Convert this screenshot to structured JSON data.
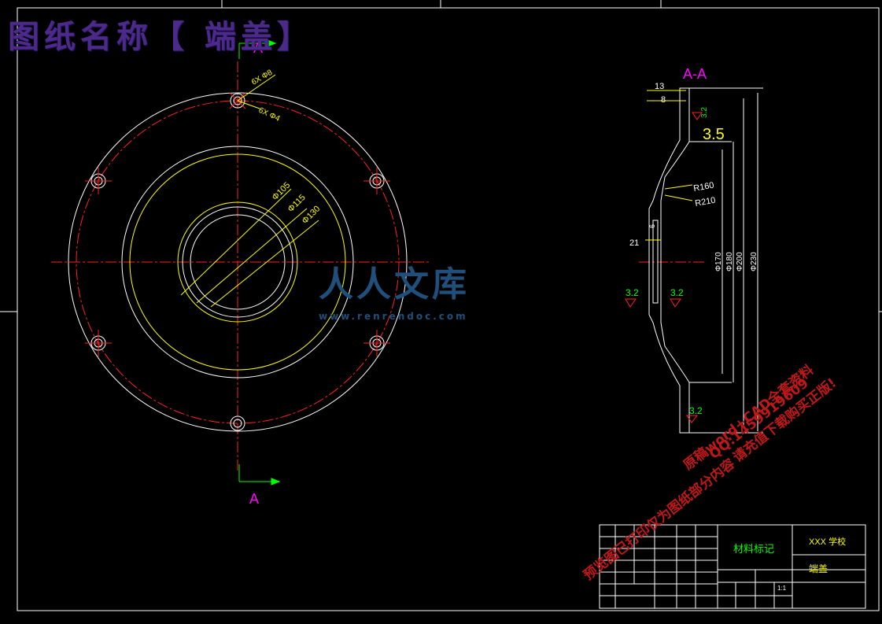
{
  "banner": "图纸名称【 端盖】",
  "front_view": {
    "section_marker": "A",
    "hole_labels": [
      "6X Φ8",
      "6X Φ4"
    ],
    "diameter_labels": [
      "Φ105",
      "Φ115",
      "Φ130"
    ]
  },
  "section_view": {
    "title": "A-A",
    "dim_13": "13",
    "dim_8": "8",
    "dim_35": "3.5",
    "radii": [
      "R160",
      "R210"
    ],
    "dim_21": "21",
    "dim_6": "6",
    "diameters": [
      "Φ170",
      "Φ180",
      "Φ200",
      "Φ230"
    ],
    "roughness": [
      "3.2",
      "3.2",
      "3.2",
      "3.2"
    ]
  },
  "title_block": {
    "material_mark": "材料标记",
    "school": "XXX 学校",
    "part_name": "端盖",
    "scale": "1:1"
  },
  "watermark": {
    "logo": "人人文库",
    "url": "www.renrendoc.com",
    "line1": "预览图已打印仅为图纸部分内容",
    "line2": "原稿word+CAD全套资料",
    "line3": "QQ:1459919609",
    "line4": "请充值下载购买正版!"
  },
  "colors": {
    "frame": "#ffffff",
    "center": "#ff2020",
    "yellow": "#ffff00",
    "green": "#00ff00",
    "magenta": "#ff00ff"
  }
}
